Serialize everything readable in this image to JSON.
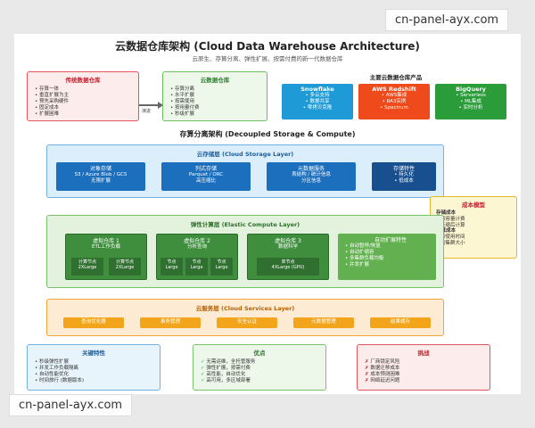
{
  "watermark_top": "cn-panel-ayx.com",
  "watermark_bottom": "cn-panel-ayx.com",
  "title": "云数据仓库架构 (Cloud Data Warehouse Architecture)",
  "subtitle": "云原生、存算分离、弹性扩展、按需付费的新一代数据仓库",
  "traditional": {
    "title": "传统数据仓库",
    "items": [
      "存算一体",
      "垂直扩展为主",
      "预先采购硬件",
      "固定成本",
      "扩展困难"
    ]
  },
  "migration_label": "演进",
  "cloud_dw": {
    "title": "云数据仓库",
    "items": [
      "存算分离",
      "水平扩展",
      "按需使用",
      "按用量付费",
      "秒级扩展"
    ]
  },
  "products": {
    "title": "主要云数据仓库产品",
    "items": [
      {
        "name": "Snowflake",
        "lines": [
          "多云支持",
          "数据共享",
          "零拷贝克隆"
        ],
        "color": "#1e9bd7"
      },
      {
        "name": "AWS Redshift",
        "lines": [
          "AWS集成",
          "RA3实例",
          "Spectrum"
        ],
        "color": "#ee4a1c"
      },
      {
        "name": "BigQuery",
        "lines": [
          "Serverless",
          "ML集成",
          "实时分析"
        ],
        "color": "#2a9d3a"
      }
    ]
  },
  "decoupled_title": "存算分离架构 (Decoupled Storage & Compute)",
  "storage_layer": {
    "title": "云存储层 (Cloud Storage Layer)",
    "tiles": [
      {
        "title": "对象存储",
        "lines": [
          "S3 / Azure Blob / GCS",
          "无限扩展"
        ]
      },
      {
        "title": "列式存储",
        "lines": [
          "Parquet / ORC",
          "高压缩比"
        ]
      },
      {
        "title": "元数据服务",
        "lines": [
          "表结构 / 统计信息",
          "分区信息"
        ]
      },
      {
        "title": "存储特性",
        "lines": [
          "• 持久化",
          "• 低成本"
        ]
      }
    ]
  },
  "cost_model": {
    "title": "成本模型",
    "storage_title": "存储成本",
    "storage_items": [
      "按容量计费",
      "压缩后计算"
    ],
    "compute_title": "计算成本",
    "compute_items": [
      "按使用时间",
      "按集群大小"
    ]
  },
  "compute_layer": {
    "title": "弹性计算层 (Elastic Compute Layer)",
    "warehouses": [
      {
        "title": "虚拟仓库 1",
        "sub": "ETL工作负载",
        "nodes": [
          [
            "计算节点",
            "2XLarge"
          ],
          [
            "计算节点",
            "2XLarge"
          ]
        ]
      },
      {
        "title": "虚拟仓库 2",
        "sub": "分析查询",
        "nodes": [
          [
            "节点",
            "Large"
          ],
          [
            "节点",
            "Large"
          ],
          [
            "节点",
            "Large"
          ]
        ]
      },
      {
        "title": "虚拟仓库 3",
        "sub": "数据科学",
        "nodes": [
          [
            "单节点",
            "4XLarge (GPU)"
          ]
        ]
      }
    ],
    "autoscale": {
      "title": "自动扩展特性",
      "items": [
        "自动暂停/恢复",
        "自动扩缩容",
        "多集群负载均衡",
        "并发扩展"
      ]
    }
  },
  "services_layer": {
    "title": "云服务层 (Cloud Services Layer)",
    "items": [
      "查询优化器",
      "事务管理",
      "安全认证",
      "元数据管理",
      "结果缓存"
    ]
  },
  "key_features": {
    "title": "关键特性",
    "items": [
      "秒级弹性扩展",
      "并发工作负载隔离",
      "自动性能优化",
      "时间旅行 (数据版本)"
    ]
  },
  "advantages": {
    "title": "优点",
    "items": [
      "无需运维，全托管服务",
      "弹性扩展，按需付费",
      "高性能，自动优化",
      "高可用，多区域部署"
    ]
  },
  "challenges": {
    "title": "挑战",
    "items": [
      "厂商锁定风险",
      "数据迁移成本",
      "成本预测困难",
      "网络延迟问题"
    ]
  }
}
